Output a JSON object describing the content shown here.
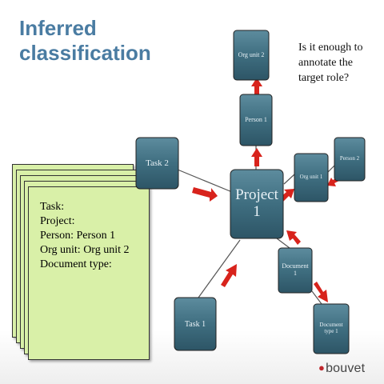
{
  "title": {
    "line1": "Inferred",
    "line2": "classification"
  },
  "question": "Is it enough to annotate the target role?",
  "nodes": {
    "project": [
      "Project",
      "1"
    ],
    "task2": "Task 2",
    "task1": "Task 1",
    "person1": "Person 1",
    "orgunit2": "Org unit 2",
    "orgunit1": "Org unit 1",
    "person2": "Person 2",
    "document1": [
      "Document",
      "1"
    ],
    "doctype1": [
      "Document",
      "type 1"
    ]
  },
  "document_card": {
    "lines": [
      "Task:",
      "Project:",
      "Person: Person 1",
      "Org unit: Org unit 2",
      "Document type:"
    ]
  },
  "logo": "bouvet",
  "colors": {
    "node": "#3f6e80",
    "arrow": "#d8231c",
    "card": "#d9f0a8",
    "title": "#4a7ca2"
  }
}
